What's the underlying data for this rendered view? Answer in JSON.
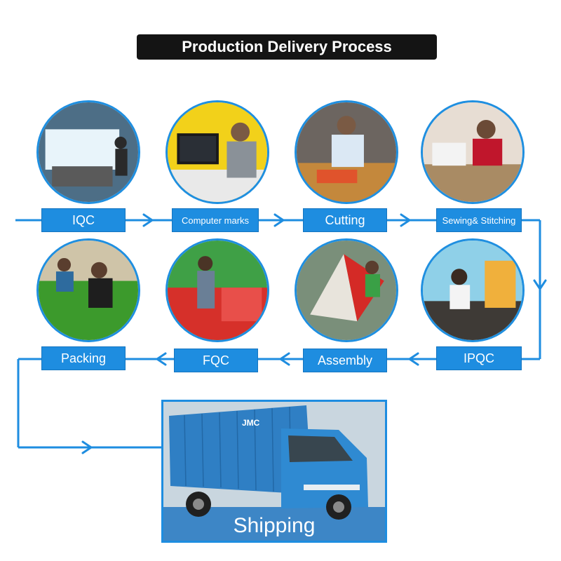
{
  "title": "Production Delivery Process",
  "colors": {
    "accent": "#1e8de0",
    "title_bg": "#141414"
  },
  "steps": {
    "iqc": "IQC",
    "computer_marks": "Computer marks",
    "cutting": "Cutting",
    "sewing": "Sewing& Stitching",
    "ipqc": "IPQC",
    "assembly": "Assembly",
    "fqc": "FQC",
    "packing": "Packing",
    "shipping": "Shipping"
  },
  "truck_brand": "JMC"
}
